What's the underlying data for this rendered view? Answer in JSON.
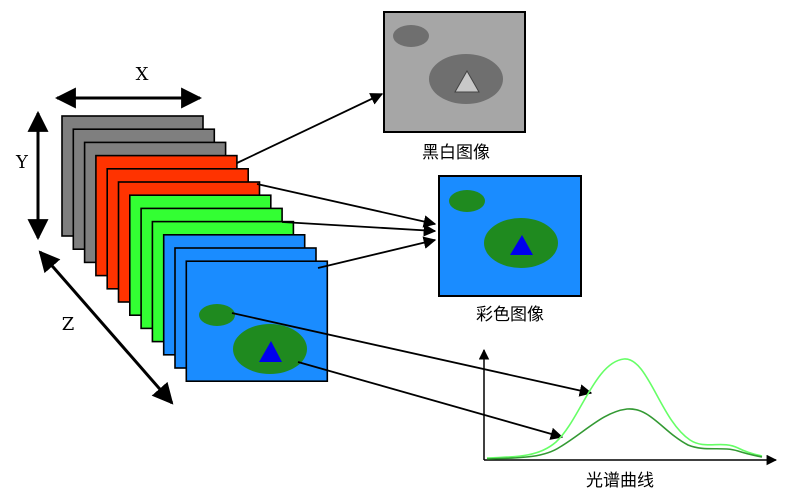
{
  "axes": {
    "x": "X",
    "y": "Y",
    "z": "Z"
  },
  "cube": {
    "gray_color": "#7f7f7f",
    "red_color": "#ff3300",
    "green_color": "#33ff33",
    "blue_color": "#1a8cff",
    "layers": [
      "gray",
      "gray",
      "gray",
      "red",
      "red",
      "red",
      "green",
      "green",
      "green",
      "blue",
      "blue",
      "blue"
    ]
  },
  "outputs": {
    "grayscale": {
      "label": "黑白图像",
      "bg": "#a6a6a6",
      "blob": "#6f6f6f",
      "triangle": "#c8c8c8"
    },
    "color": {
      "label": "彩色图像",
      "bg": "#1a8cff",
      "blob": "#1f8a1f",
      "triangle": "#0000ee"
    },
    "spectrum": {
      "label": "光谱曲线",
      "light_curve": "#66ff66",
      "dark_curve": "#339933"
    }
  }
}
